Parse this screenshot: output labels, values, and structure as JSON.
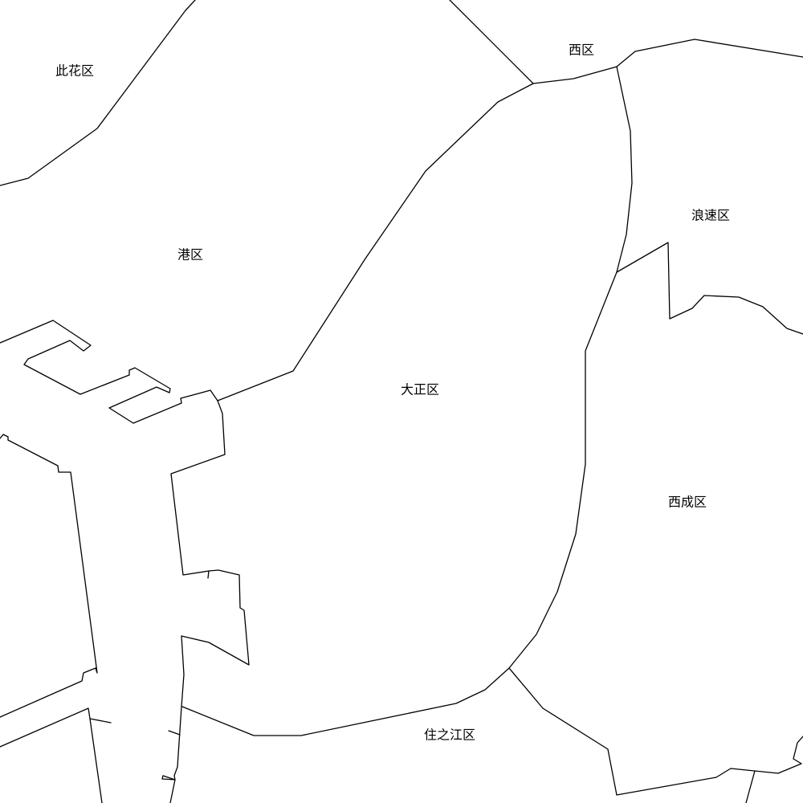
{
  "map": {
    "wards": [
      {
        "id": "konohana",
        "name": "此花区"
      },
      {
        "id": "nishi",
        "name": "西区"
      },
      {
        "id": "naniwa",
        "name": "浪速区"
      },
      {
        "id": "minato",
        "name": "港区"
      },
      {
        "id": "taisho",
        "name": "大正区"
      },
      {
        "id": "nishinari",
        "name": "西成区"
      },
      {
        "id": "suminoe",
        "name": "住之江区"
      }
    ],
    "colors": {
      "background": "#ffffff",
      "boundary": "#000000",
      "label": "#000000"
    }
  }
}
